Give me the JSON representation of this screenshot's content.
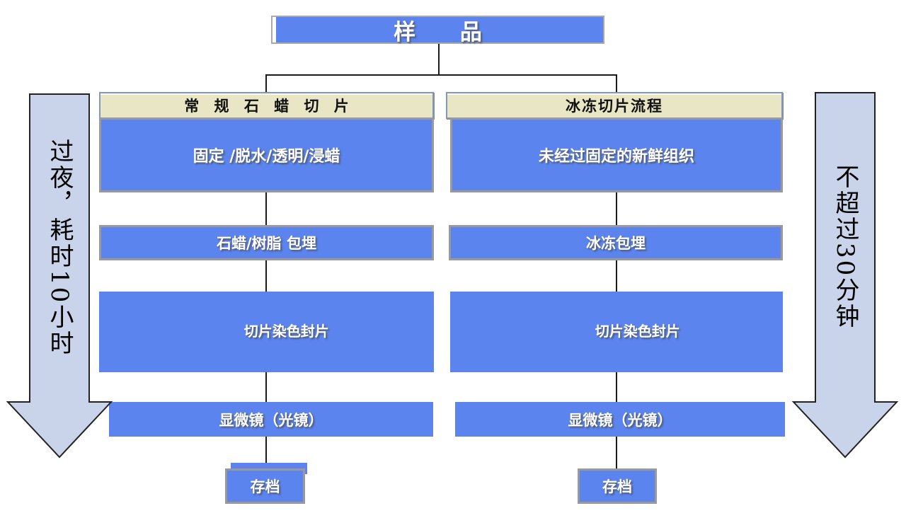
{
  "title": {
    "label": "样 品"
  },
  "columns": [
    {
      "id": "paraffin",
      "header": "常 规 石 蜡 切 片",
      "steps": {
        "prep": "固定 /脱水/透明/浸蜡",
        "embed": "石蜡/树脂 包埋",
        "stages": [
          "切片",
          "染色",
          "封片"
        ],
        "microscope": "显微镜（光镜）",
        "archive": "存档"
      }
    },
    {
      "id": "frozen",
      "header": "冰冻切片流程",
      "steps": {
        "prep": "未经过固定的新鲜组织",
        "embed": "冰冻包埋",
        "stages": [
          "切片",
          "染色",
          "封片"
        ],
        "microscope": "显微镜（光镜）",
        "archive": "存档"
      }
    }
  ],
  "annotations": {
    "left_arrow": "过夜，耗时10小时",
    "right_arrow": "不超过30分钟"
  },
  "colors": {
    "box_blue": "#5B84EE",
    "header_cream": "#E8E6C4",
    "header_border": "#7E99BB",
    "box_border_gray": "#999999",
    "arrow_fill": "#C9D4EB",
    "connector_black": "#1a1a1a"
  }
}
